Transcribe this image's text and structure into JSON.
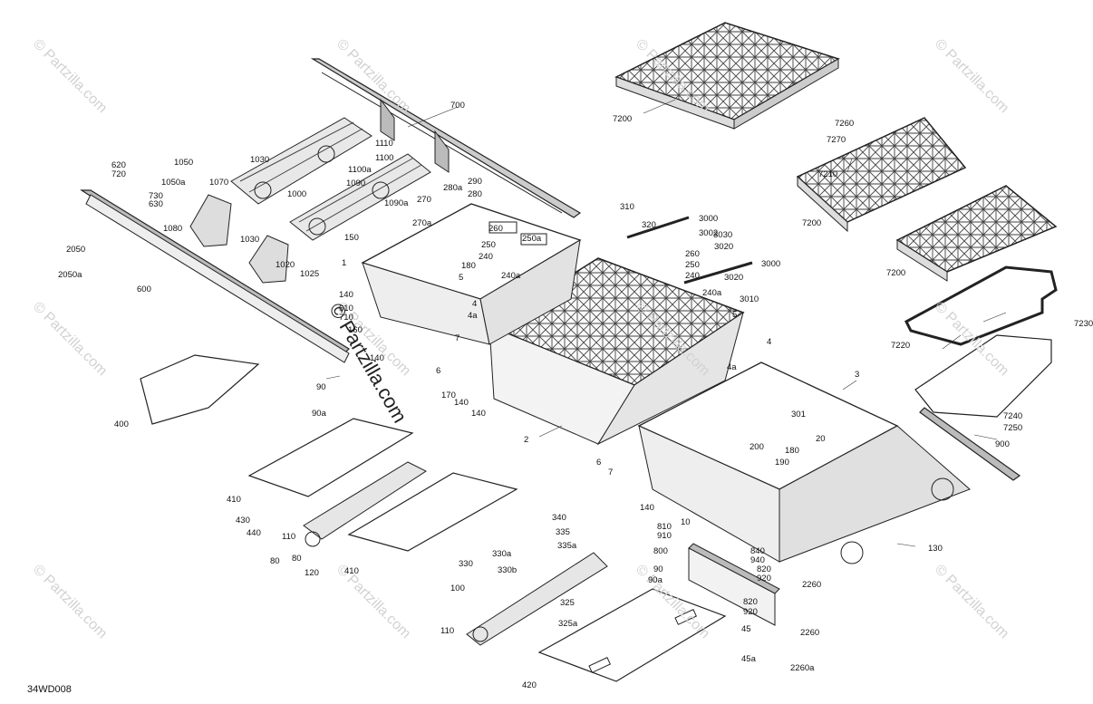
{
  "diagram_code": "34WD008",
  "watermark": "© Partzilla.com",
  "watermark_center": "© Partzilla.com",
  "callouts": [
    "700",
    "7200",
    "7260",
    "7270",
    "7210",
    "7200",
    "7200",
    "7230",
    "7220",
    "7240",
    "7250",
    "620",
    "720",
    "1050",
    "1050a",
    "1070",
    "730",
    "630",
    "1080",
    "2050",
    "2050a",
    "600",
    "1030",
    "1110",
    "1100",
    "1100a",
    "1090",
    "1000",
    "1030",
    "1020",
    "1025",
    "290",
    "280a",
    "280",
    "270",
    "1090a",
    "270a",
    "150",
    "260",
    "250a",
    "250",
    "240",
    "180",
    "5",
    "240a",
    "1",
    "140",
    "610",
    "710",
    "160",
    "140",
    "4",
    "4a",
    "7",
    "6",
    "170",
    "140",
    "140",
    "2",
    "400",
    "80",
    "90",
    "90a",
    "310",
    "320",
    "3000",
    "3002",
    "3030",
    "3020",
    "3000",
    "260",
    "250",
    "240",
    "3020",
    "240a",
    "3010",
    "5",
    "4",
    "4a",
    "3",
    "301",
    "20",
    "200",
    "180",
    "190",
    "900",
    "6",
    "7",
    "140",
    "810",
    "910",
    "10",
    "130",
    "800",
    "840",
    "940",
    "820",
    "920",
    "2260",
    "90",
    "90a",
    "820",
    "920",
    "45",
    "2260",
    "45a",
    "2260a",
    "410",
    "430",
    "440",
    "110",
    "80",
    "120",
    "410",
    "340",
    "335",
    "335a",
    "330a",
    "330",
    "330b",
    "100",
    "325",
    "325a",
    "110",
    "420"
  ]
}
